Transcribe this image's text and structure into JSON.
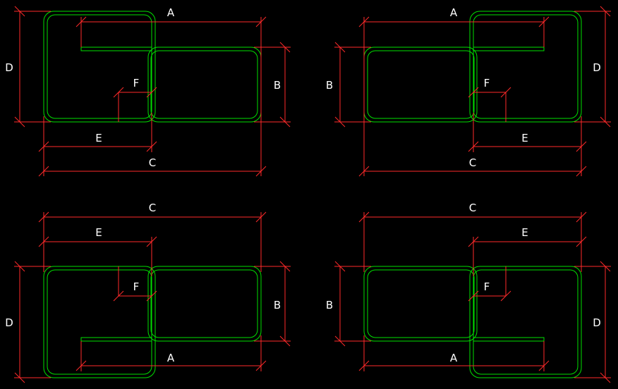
{
  "colors": {
    "background": "#000000",
    "dimension_line": "#ff2a2a",
    "rebar": "#00e000",
    "label": "#ffffff"
  },
  "labels": {
    "a": "A",
    "b": "B",
    "c": "C",
    "d": "D",
    "e": "E",
    "f": "F"
  }
}
